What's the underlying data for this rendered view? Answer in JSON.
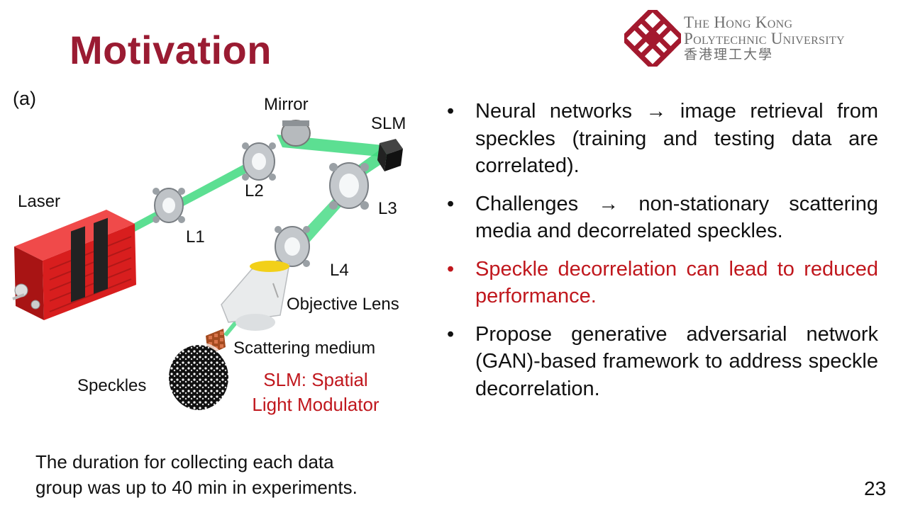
{
  "slide": {
    "title": "Motivation",
    "page_number": "23"
  },
  "logo": {
    "line1": "The Hong Kong",
    "line2": "Polytechnic University",
    "line3": "香港理工大學"
  },
  "figure": {
    "panel_label": "(a)",
    "labels": {
      "mirror": "Mirror",
      "slm": "SLM",
      "laser": "Laser",
      "l1": "L1",
      "l2": "L2",
      "l3": "L3",
      "l4": "L4",
      "objective": "Objective Lens",
      "scattering": "Scattering medium",
      "speckles": "Speckles"
    },
    "slm_definition_line1": "SLM: Spatial",
    "slm_definition_line2": "Light Modulator"
  },
  "bullets": [
    {
      "text": "Neural networks → image retrieval from speckles (training and testing data are correlated).",
      "highlight": false
    },
    {
      "text": "Challenges → non-stationary scattering media and decorrelated speckles.",
      "highlight": false
    },
    {
      "text": "Speckle decorrelation can lead to reduced performance.",
      "highlight": true
    },
    {
      "text": "Propose generative adversarial network (GAN)-based framework to address speckle decorrelation.",
      "highlight": false
    }
  ],
  "footnote": {
    "line1": "The duration for collecting each data",
    "line2": "group was up to 40 min in experiments."
  },
  "colors": {
    "title": "#9a1b32",
    "highlight": "#c0171d",
    "beam": "#2ecc71",
    "laser_body": "#d81e1e",
    "logo": "#a3192e"
  }
}
